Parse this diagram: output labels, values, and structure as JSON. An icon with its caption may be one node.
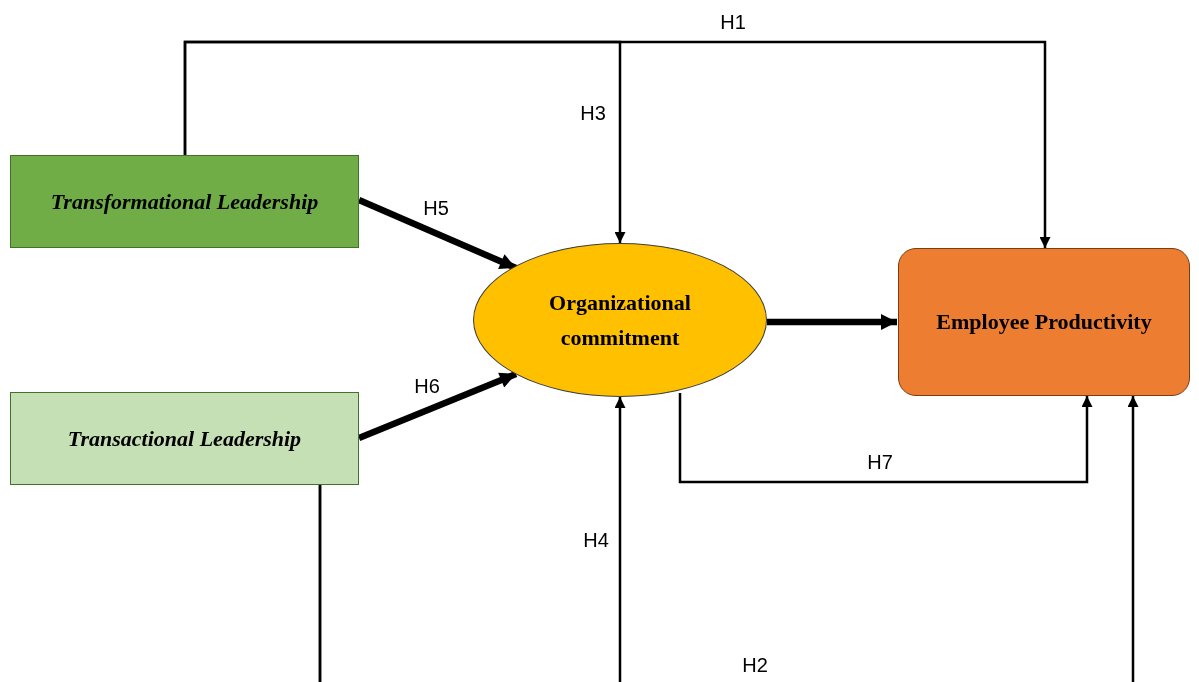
{
  "diagram": {
    "nodes": [
      {
        "text": [
          "Transformational Leadership"
        ]
      },
      {
        "text": [
          "Transactional Leadership"
        ]
      },
      {
        "text": [
          "Organizational commitment"
        ]
      },
      {
        "text": [
          "Employee Productivity"
        ]
      }
    ],
    "edges": [
      {
        "from": 0,
        "to": 3,
        "arrow": "to",
        "label": "H1"
      },
      {
        "from": 0,
        "to": 2,
        "arrow": "to",
        "label": "H3"
      },
      {
        "from": 0,
        "to": 2,
        "arrow": "to",
        "label": "H5",
        "style": "thick"
      },
      {
        "from": 1,
        "to": 2,
        "arrow": "to",
        "label": "H6",
        "style": "thick"
      },
      {
        "from": 2,
        "to": 3,
        "arrow": "to",
        "style": "thick"
      },
      {
        "from": 2,
        "to": 3,
        "arrow": "to",
        "label": "H7"
      },
      {
        "from": 1,
        "to": 2,
        "arrow": "to",
        "label": "H4"
      },
      {
        "from": 1,
        "to": 3,
        "arrow": "to",
        "label": "H2"
      }
    ]
  }
}
